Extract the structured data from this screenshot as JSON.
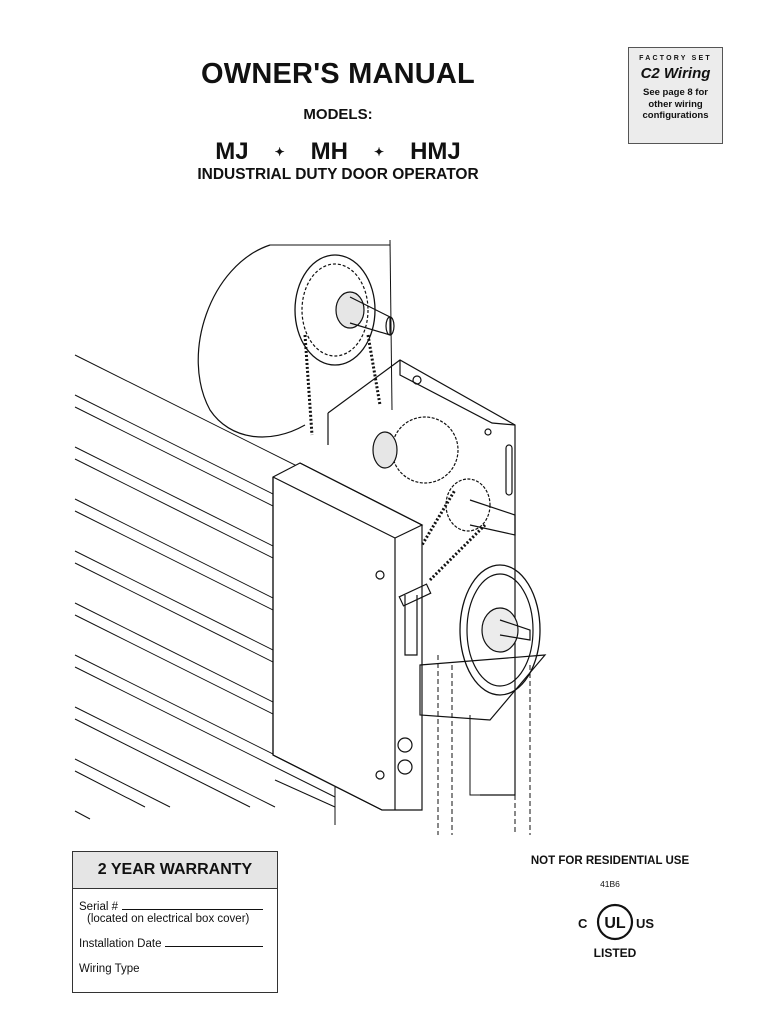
{
  "header": {
    "title": "OWNER'S MANUAL",
    "models_label": "MODELS:",
    "models": [
      "MJ",
      "MH",
      "HMJ"
    ],
    "separator": "✦",
    "subtitle": "INDUSTRIAL DUTY DOOR OPERATOR"
  },
  "factory_set": {
    "label": "FACTORY SET",
    "wiring": "C2 Wiring",
    "note_line1": "See page 8 for",
    "note_line2": "other wiring",
    "note_line3": "configurations"
  },
  "warranty": {
    "title": "2 YEAR WARRANTY",
    "serial_label": "Serial #",
    "serial_note": "(located on electrical box cover)",
    "install_label": "Installation Date",
    "wiring_label": "Wiring Type"
  },
  "certification": {
    "residential_notice": "NOT FOR RESIDENTIAL USE",
    "code": "41B6",
    "ul_c": "C",
    "ul_mark": "UL",
    "ul_us": "US",
    "ul_listed": "LISTED"
  }
}
